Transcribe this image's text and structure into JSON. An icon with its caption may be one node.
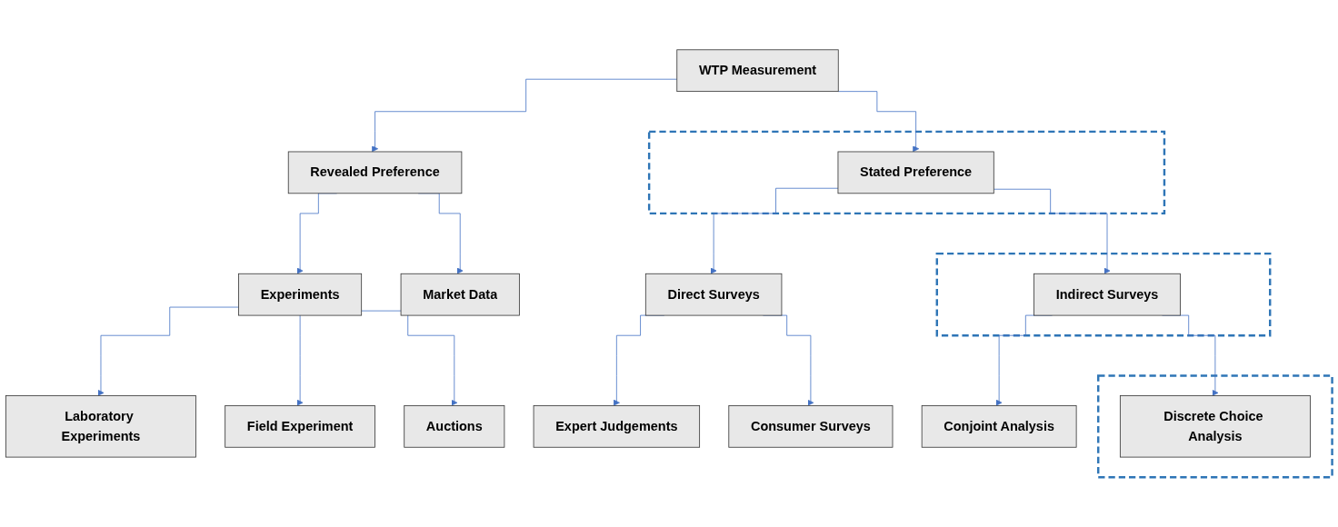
{
  "diagram": {
    "nodes": [
      {
        "text": [
          "WTP Measurement"
        ]
      },
      {
        "text": [
          "Revealed Preference"
        ]
      },
      {
        "text": [],
        "shape": "box"
      },
      {
        "text": [
          "Stated Preference"
        ],
        "in": 2
      },
      {
        "text": [
          "Experiments"
        ]
      },
      {
        "text": [
          "Market Data"
        ]
      },
      {
        "text": [
          "Direct Surveys"
        ]
      },
      {
        "text": [],
        "shape": "box"
      },
      {
        "text": [
          "Indirect Surveys"
        ],
        "in": 7
      },
      {
        "text": [
          "Laboratory Experiments"
        ]
      },
      {
        "text": [
          "Field Experiment"
        ]
      },
      {
        "text": [
          "Auctions"
        ]
      },
      {
        "text": [
          "Expert Judgements"
        ]
      },
      {
        "text": [
          "Consumer Surveys"
        ]
      },
      {
        "text": [
          "Conjoint Analysis"
        ]
      },
      {
        "text": [],
        "shape": "box"
      },
      {
        "text": [
          "Discrete Choice Analysis"
        ],
        "in": 15
      }
    ],
    "edges": [
      {
        "from": 0,
        "to": 1,
        "arrow": "to"
      },
      {
        "from": 0,
        "to": 3,
        "arrow": "to"
      },
      {
        "from": 1,
        "to": 4,
        "arrow": "to"
      },
      {
        "from": 1,
        "to": 5,
        "arrow": "to"
      },
      {
        "from": 3,
        "to": 6,
        "arrow": "to"
      },
      {
        "from": 3,
        "to": 8,
        "arrow": "to"
      },
      {
        "from": 4,
        "to": 9,
        "arrow": "to"
      },
      {
        "from": 4,
        "to": 10,
        "arrow": "to"
      },
      {
        "from": 4,
        "to": 11,
        "arrow": "to"
      },
      {
        "from": 6,
        "to": 12,
        "arrow": "to"
      },
      {
        "from": 6,
        "to": 13,
        "arrow": "to"
      },
      {
        "from": 8,
        "to": 14,
        "arrow": "to"
      },
      {
        "from": 8,
        "to": 16,
        "arrow": "to"
      }
    ]
  }
}
